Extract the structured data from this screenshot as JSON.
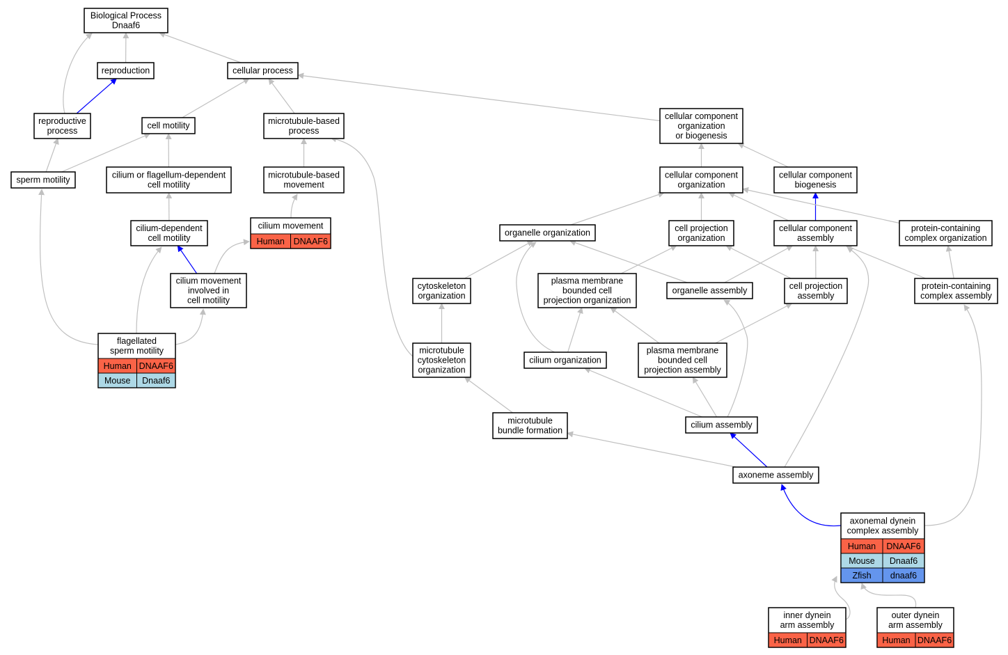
{
  "title": "Biological Process Dnaaf6",
  "colors": {
    "edge_gray": "#c0c0c0",
    "edge_blue": "#0000ff",
    "Human": "#fa6347",
    "Mouse": "#add8e6",
    "Zfish": "#6495ed"
  },
  "nodes": [
    {
      "id": "root",
      "lines": [
        "Biological Process",
        "Dnaaf6"
      ]
    },
    {
      "id": "reproduction",
      "lines": [
        "reproduction"
      ]
    },
    {
      "id": "cellular_process",
      "lines": [
        "cellular process"
      ]
    },
    {
      "id": "reproductive_process",
      "lines": [
        "reproductive",
        "process"
      ]
    },
    {
      "id": "cell_motility",
      "lines": [
        "cell motility"
      ]
    },
    {
      "id": "mt_process",
      "lines": [
        "microtubule-based",
        "process"
      ]
    },
    {
      "id": "ccob",
      "lines": [
        "cellular component",
        "organization",
        "or biogenesis"
      ]
    },
    {
      "id": "sperm_motility",
      "lines": [
        "sperm motility"
      ]
    },
    {
      "id": "cilium_flag_motility",
      "lines": [
        "cilium or flagellum-dependent",
        "cell motility"
      ]
    },
    {
      "id": "mt_movement",
      "lines": [
        "microtubule-based",
        "movement"
      ]
    },
    {
      "id": "cc_org",
      "lines": [
        "cellular component",
        "organization"
      ]
    },
    {
      "id": "cc_biogenesis",
      "lines": [
        "cellular component",
        "biogenesis"
      ]
    },
    {
      "id": "cilium_dep_motility",
      "lines": [
        "cilium-dependent",
        "cell motility"
      ]
    },
    {
      "id": "cilium_movement",
      "lines": [
        "cilium movement"
      ],
      "genes": [
        {
          "species": "Human",
          "gene": "DNAAF6"
        }
      ]
    },
    {
      "id": "organelle_org",
      "lines": [
        "organelle organization"
      ]
    },
    {
      "id": "cell_proj_org",
      "lines": [
        "cell projection",
        "organization"
      ]
    },
    {
      "id": "cc_assembly",
      "lines": [
        "cellular component",
        "assembly"
      ]
    },
    {
      "id": "pc_org",
      "lines": [
        "protein-containing",
        "complex organization"
      ]
    },
    {
      "id": "cilium_move_motility",
      "lines": [
        "cilium movement",
        "involved in",
        "cell motility"
      ]
    },
    {
      "id": "cytoskeleton_org",
      "lines": [
        "cytoskeleton",
        "organization"
      ]
    },
    {
      "id": "pmbcpo",
      "lines": [
        "plasma membrane",
        "bounded cell",
        "projection organization"
      ]
    },
    {
      "id": "organelle_assembly",
      "lines": [
        "organelle assembly"
      ]
    },
    {
      "id": "cell_proj_assembly",
      "lines": [
        "cell projection",
        "assembly"
      ]
    },
    {
      "id": "pc_assembly",
      "lines": [
        "protein-containing",
        "complex assembly"
      ]
    },
    {
      "id": "flagellated",
      "lines": [
        "flagellated",
        "sperm motility"
      ],
      "genes": [
        {
          "species": "Human",
          "gene": "DNAAF6"
        },
        {
          "species": "Mouse",
          "gene": "Dnaaf6"
        }
      ]
    },
    {
      "id": "mt_cyto_org",
      "lines": [
        "microtubule",
        "cytoskeleton",
        "organization"
      ]
    },
    {
      "id": "cilium_org",
      "lines": [
        "cilium organization"
      ]
    },
    {
      "id": "pmbcpa",
      "lines": [
        "plasma membrane",
        "bounded cell",
        "projection assembly"
      ]
    },
    {
      "id": "mt_bundle",
      "lines": [
        "microtubule",
        "bundle formation"
      ]
    },
    {
      "id": "cilium_assembly",
      "lines": [
        "cilium assembly"
      ]
    },
    {
      "id": "axoneme_assembly",
      "lines": [
        "axoneme assembly"
      ]
    },
    {
      "id": "axonemal",
      "lines": [
        "axonemal dynein",
        "complex assembly"
      ],
      "genes": [
        {
          "species": "Human",
          "gene": "DNAAF6"
        },
        {
          "species": "Mouse",
          "gene": "Dnaaf6"
        },
        {
          "species": "Zfish",
          "gene": "dnaaf6"
        }
      ]
    },
    {
      "id": "inner_dynein",
      "lines": [
        "inner dynein",
        "arm assembly"
      ],
      "genes": [
        {
          "species": "Human",
          "gene": "DNAAF6"
        }
      ]
    },
    {
      "id": "outer_dynein",
      "lines": [
        "outer dynein",
        "arm assembly"
      ],
      "genes": [
        {
          "species": "Human",
          "gene": "DNAAF6"
        }
      ]
    }
  ],
  "edges": [
    {
      "from": "reproduction",
      "to": "root",
      "color": "gray"
    },
    {
      "from": "cellular_process",
      "to": "root",
      "color": "gray"
    },
    {
      "from": "reproductive_process",
      "to": "root",
      "color": "gray"
    },
    {
      "from": "reproductive_process",
      "to": "reproduction",
      "color": "blue"
    },
    {
      "from": "cell_motility",
      "to": "cellular_process",
      "color": "gray"
    },
    {
      "from": "mt_process",
      "to": "cellular_process",
      "color": "gray"
    },
    {
      "from": "ccob",
      "to": "cellular_process",
      "color": "gray"
    },
    {
      "from": "sperm_motility",
      "to": "reproductive_process",
      "color": "gray"
    },
    {
      "from": "sperm_motility",
      "to": "cell_motility",
      "color": "gray"
    },
    {
      "from": "cilium_flag_motility",
      "to": "cell_motility",
      "color": "gray"
    },
    {
      "from": "mt_movement",
      "to": "mt_process",
      "color": "gray"
    },
    {
      "from": "cc_org",
      "to": "ccob",
      "color": "gray"
    },
    {
      "from": "cc_biogenesis",
      "to": "ccob",
      "color": "gray"
    },
    {
      "from": "cilium_dep_motility",
      "to": "cilium_flag_motility",
      "color": "gray"
    },
    {
      "from": "cilium_movement",
      "to": "mt_movement",
      "color": "gray"
    },
    {
      "from": "organelle_org",
      "to": "cc_org",
      "color": "gray"
    },
    {
      "from": "cell_proj_org",
      "to": "cc_org",
      "color": "gray"
    },
    {
      "from": "cc_assembly",
      "to": "cc_org",
      "color": "gray"
    },
    {
      "from": "cc_assembly",
      "to": "cc_biogenesis",
      "color": "blue"
    },
    {
      "from": "pc_org",
      "to": "cc_org",
      "color": "gray"
    },
    {
      "from": "cilium_move_motility",
      "to": "cilium_dep_motility",
      "color": "blue"
    },
    {
      "from": "cilium_move_motility",
      "to": "cilium_movement",
      "color": "gray"
    },
    {
      "from": "cytoskeleton_org",
      "to": "organelle_org",
      "color": "gray"
    },
    {
      "from": "pmbcpo",
      "to": "cell_proj_org",
      "color": "gray"
    },
    {
      "from": "organelle_assembly",
      "to": "organelle_org",
      "color": "gray"
    },
    {
      "from": "organelle_assembly",
      "to": "cc_assembly",
      "color": "gray"
    },
    {
      "from": "cell_proj_assembly",
      "to": "cell_proj_org",
      "color": "gray"
    },
    {
      "from": "cell_proj_assembly",
      "to": "cc_assembly",
      "color": "gray"
    },
    {
      "from": "pc_assembly",
      "to": "cc_assembly",
      "color": "gray"
    },
    {
      "from": "pc_assembly",
      "to": "pc_org",
      "color": "gray"
    },
    {
      "from": "flagellated",
      "to": "sperm_motility",
      "color": "gray"
    },
    {
      "from": "flagellated",
      "to": "cilium_dep_motility",
      "color": "gray"
    },
    {
      "from": "flagellated",
      "to": "cilium_move_motility",
      "color": "gray"
    },
    {
      "from": "mt_cyto_org",
      "to": "cytoskeleton_org",
      "color": "gray"
    },
    {
      "from": "mt_cyto_org",
      "to": "mt_process",
      "color": "gray"
    },
    {
      "from": "cilium_org",
      "to": "organelle_org",
      "color": "gray"
    },
    {
      "from": "cilium_org",
      "to": "pmbcpo",
      "color": "gray"
    },
    {
      "from": "pmbcpa",
      "to": "pmbcpo",
      "color": "gray"
    },
    {
      "from": "pmbcpa",
      "to": "cell_proj_assembly",
      "color": "gray"
    },
    {
      "from": "mt_bundle",
      "to": "mt_cyto_org",
      "color": "gray"
    },
    {
      "from": "cilium_assembly",
      "to": "cilium_org",
      "color": "gray"
    },
    {
      "from": "cilium_assembly",
      "to": "pmbcpa",
      "color": "gray"
    },
    {
      "from": "cilium_assembly",
      "to": "organelle_assembly",
      "color": "gray"
    },
    {
      "from": "axoneme_assembly",
      "to": "cilium_assembly",
      "color": "blue"
    },
    {
      "from": "axoneme_assembly",
      "to": "mt_bundle",
      "color": "gray"
    },
    {
      "from": "axoneme_assembly",
      "to": "cc_assembly",
      "color": "gray"
    },
    {
      "from": "axonemal",
      "to": "axoneme_assembly",
      "color": "blue"
    },
    {
      "from": "axonemal",
      "to": "pc_assembly",
      "color": "gray"
    },
    {
      "from": "inner_dynein",
      "to": "axonemal",
      "color": "gray"
    },
    {
      "from": "outer_dynein",
      "to": "axonemal",
      "color": "gray"
    }
  ]
}
